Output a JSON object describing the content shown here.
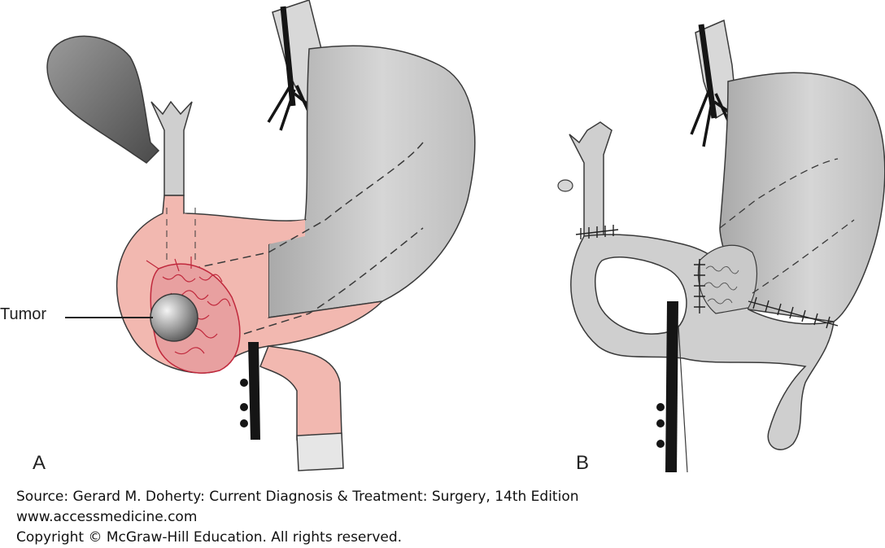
{
  "figure": {
    "panel_a_letter": "A",
    "panel_b_letter": "B",
    "tumor_label": "Tumor"
  },
  "credits": {
    "source": "Source: Gerard M. Doherty: Current Diagnosis & Treatment: Surgery, 14th Edition",
    "website": "www.accessmedicine.com",
    "copyright": "Copyright © McGraw-Hill Education. All rights reserved."
  },
  "colors": {
    "stomach_gray": "#cfcfcf",
    "stomach_gray_dark": "#9a9a9a",
    "resected_pink": "#f2b8b0",
    "tumor_vessels": "#c0283c",
    "outline": "#3a3a3a",
    "vessel_black": "#151515"
  }
}
